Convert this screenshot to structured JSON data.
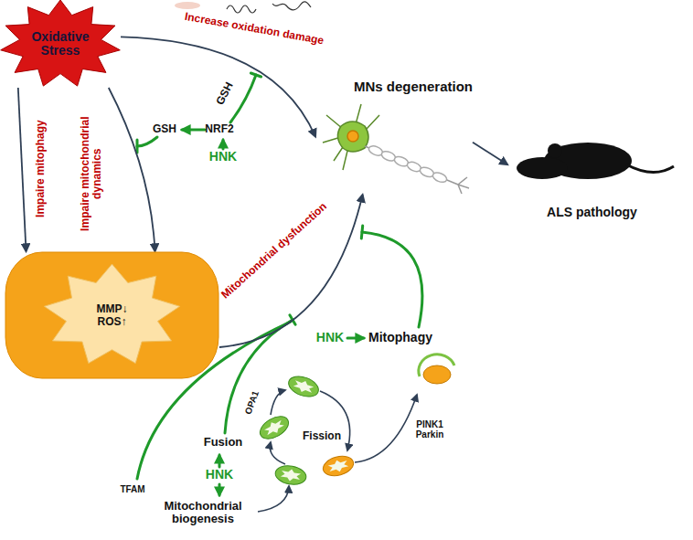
{
  "diagram": {
    "nodes": [
      {
        "text": [
          "Oxidative Stress"
        ]
      },
      {
        "text": [
          "MMP↓",
          "ROS↑"
        ]
      },
      {
        "text": [
          "MNs degeneration"
        ]
      },
      {
        "text": [
          "ALS pathology"
        ]
      }
    ],
    "edges": [
      {
        "from": 0,
        "to": 1,
        "label": "Impaire mitophagy",
        "arrow": "to"
      },
      {
        "from": 0,
        "to": 1,
        "label": "Impaire mitochondrial dynamics",
        "arrow": "to"
      },
      {
        "from": 0,
        "to": 2,
        "label": "Increase oxidation damage",
        "arrow": "to"
      },
      {
        "from": 1,
        "to": 2,
        "label": "Mitochondrial dysfunction",
        "arrow": "to"
      },
      {
        "from": 2,
        "to": 3,
        "arrow": "to"
      }
    ],
    "labels": [
      "GSH",
      "GSH",
      "NRF2",
      "HNK",
      "HNK",
      "Mitophagy",
      "PINK1 Parkin",
      "OPA1",
      "Fission",
      "Fusion",
      "HNK",
      "TFAM",
      "Mitochondrial biogenesis"
    ]
  }
}
